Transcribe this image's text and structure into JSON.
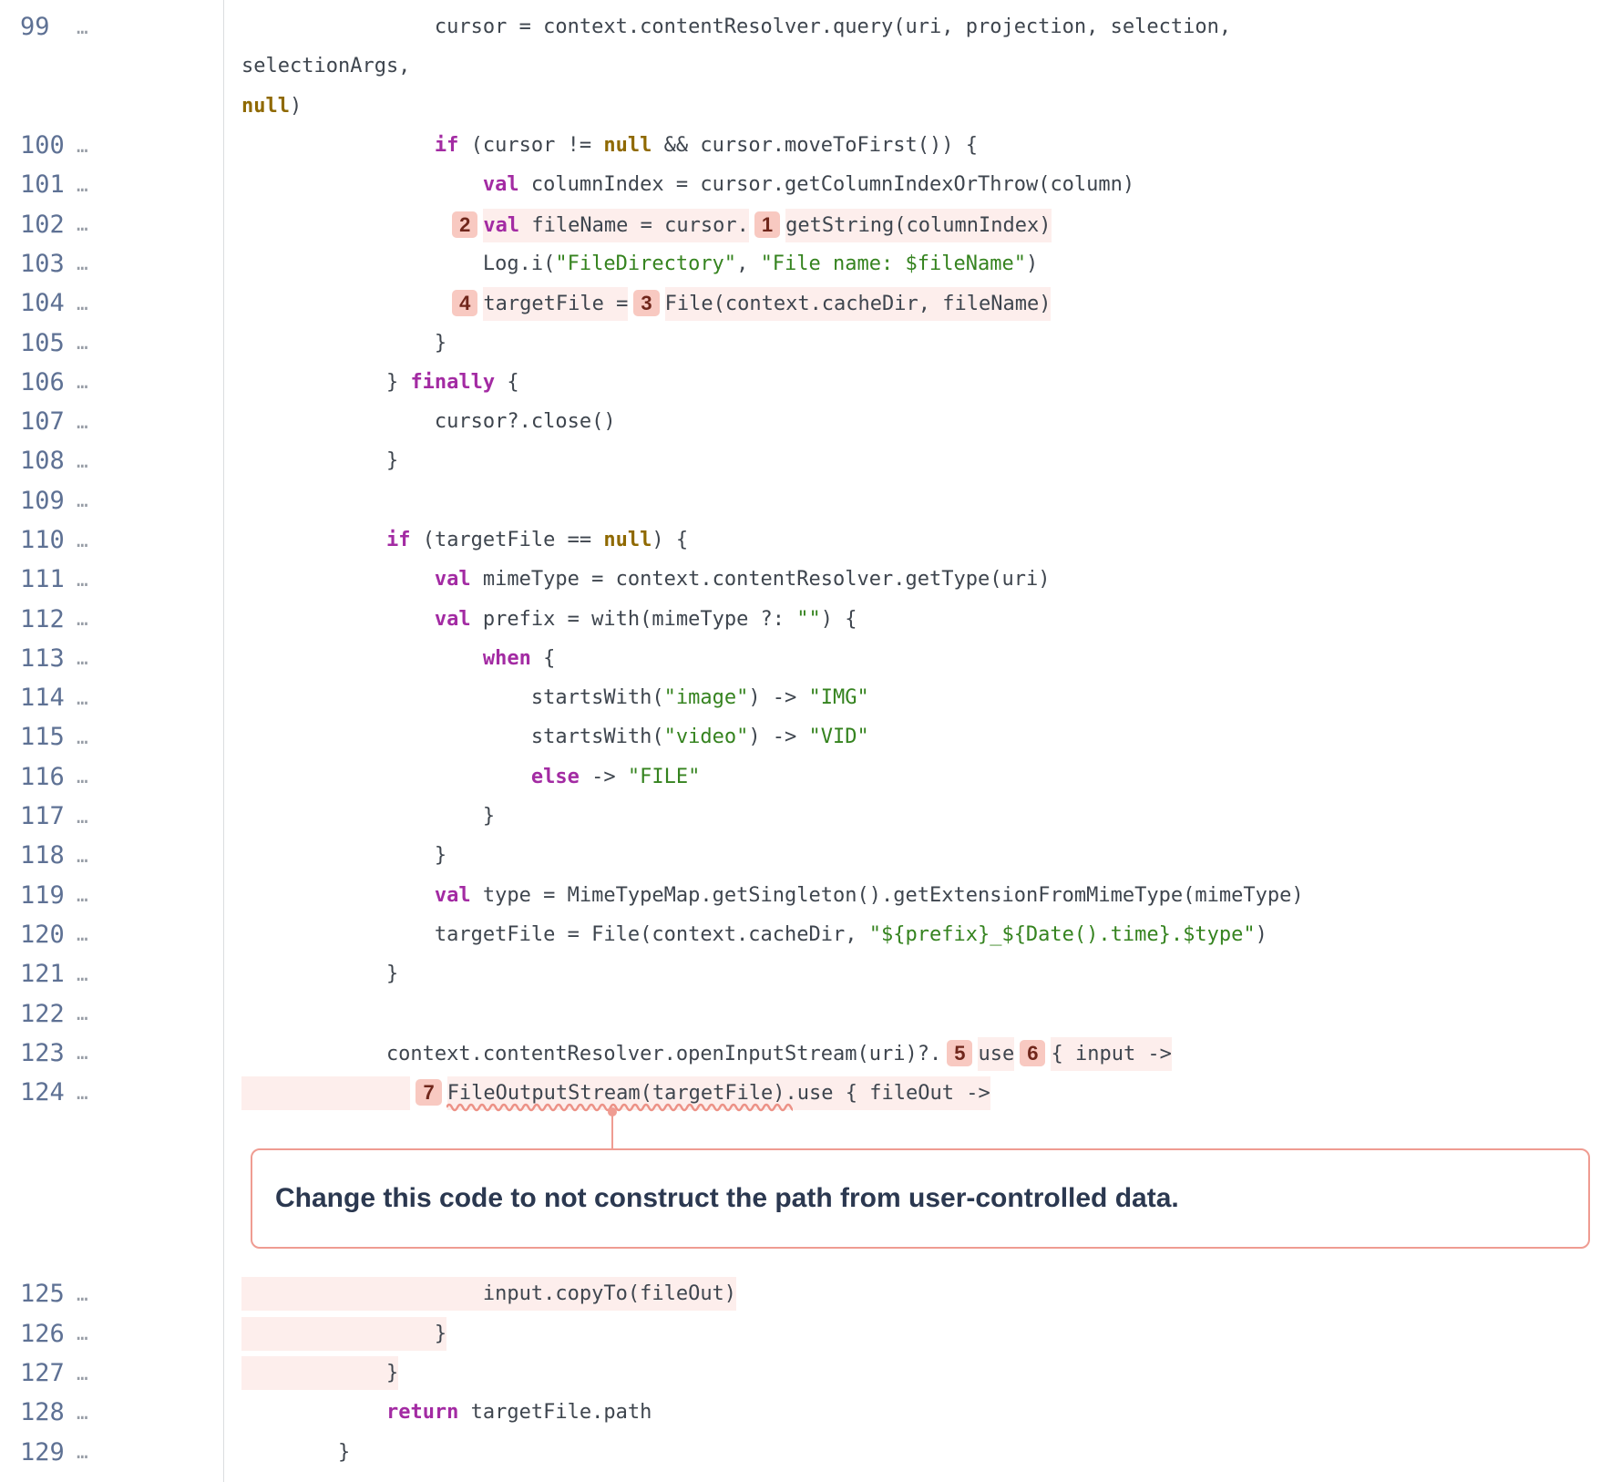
{
  "colors": {
    "keyword": "#a32ba3",
    "string": "#35831f",
    "constant_null": "#8f6900",
    "code_text": "#3e454e",
    "line_number": "#5e7194",
    "flow_badge_bg": "#f8c9c1",
    "flow_badge_text": "#70261b",
    "flow_highlight_bg": "#fdeeec",
    "issue_accent": "#ef9c92",
    "issue_text": "#2b3850"
  },
  "gutter": {
    "ellipsis": "…"
  },
  "annotation": {
    "after_line": "124",
    "message": "Change this code to not construct the path from user-controlled data."
  },
  "lines": [
    {
      "num": "99",
      "rows": [
        [
          {
            "t": "                cursor = context.contentResolver.query(uri, projection, selection,"
          }
        ],
        [
          {
            "t": "selectionArgs,"
          }
        ],
        [
          {
            "t": "null",
            "c": "n"
          },
          {
            "t": ")"
          }
        ]
      ]
    },
    {
      "num": "100",
      "rows": [
        [
          {
            "t": "                "
          },
          {
            "t": "if",
            "c": "k"
          },
          {
            "t": " (cursor != "
          },
          {
            "t": "null",
            "c": "n"
          },
          {
            "t": " && cursor.moveToFirst()) {"
          }
        ]
      ]
    },
    {
      "num": "101",
      "rows": [
        [
          {
            "t": "                    "
          },
          {
            "t": "val",
            "c": "k"
          },
          {
            "t": " columnIndex = cursor.getColumnIndexOrThrow(column)"
          }
        ]
      ]
    },
    {
      "num": "102",
      "rows": [
        [
          {
            "t": "                 "
          },
          {
            "b": "2"
          },
          {
            "t": "val",
            "c": "k",
            "h": 1
          },
          {
            "t": " fileName = cursor.",
            "h": 1
          },
          {
            "b": "1"
          },
          {
            "t": "getString(columnIndex)",
            "h": 1
          }
        ]
      ]
    },
    {
      "num": "103",
      "rows": [
        [
          {
            "t": "                    Log.i("
          },
          {
            "t": "\"FileDirectory\"",
            "c": "s"
          },
          {
            "t": ", "
          },
          {
            "t": "\"File name: $fileName\"",
            "c": "s"
          },
          {
            "t": ")"
          }
        ]
      ]
    },
    {
      "num": "104",
      "rows": [
        [
          {
            "t": "                 "
          },
          {
            "b": "4"
          },
          {
            "t": "targetFile =",
            "h": 1
          },
          {
            "b": "3"
          },
          {
            "t": "File(context.cacheDir, fileName)",
            "h": 1
          }
        ]
      ]
    },
    {
      "num": "105",
      "rows": [
        [
          {
            "t": "                }"
          }
        ]
      ]
    },
    {
      "num": "106",
      "rows": [
        [
          {
            "t": "            } "
          },
          {
            "t": "finally",
            "c": "k"
          },
          {
            "t": " {"
          }
        ]
      ]
    },
    {
      "num": "107",
      "rows": [
        [
          {
            "t": "                cursor?.close()"
          }
        ]
      ]
    },
    {
      "num": "108",
      "rows": [
        [
          {
            "t": "            }"
          }
        ]
      ]
    },
    {
      "num": "109",
      "rows": [
        []
      ]
    },
    {
      "num": "110",
      "rows": [
        [
          {
            "t": "            "
          },
          {
            "t": "if",
            "c": "k"
          },
          {
            "t": " (targetFile == "
          },
          {
            "t": "null",
            "c": "n"
          },
          {
            "t": ") {"
          }
        ]
      ]
    },
    {
      "num": "111",
      "rows": [
        [
          {
            "t": "                "
          },
          {
            "t": "val",
            "c": "k"
          },
          {
            "t": " mimeType = context.contentResolver.getType(uri)"
          }
        ]
      ]
    },
    {
      "num": "112",
      "rows": [
        [
          {
            "t": "                "
          },
          {
            "t": "val",
            "c": "k"
          },
          {
            "t": " prefix = with(mimeType ?: "
          },
          {
            "t": "\"\"",
            "c": "s"
          },
          {
            "t": ") {"
          }
        ]
      ]
    },
    {
      "num": "113",
      "rows": [
        [
          {
            "t": "                    "
          },
          {
            "t": "when",
            "c": "k"
          },
          {
            "t": " {"
          }
        ]
      ]
    },
    {
      "num": "114",
      "rows": [
        [
          {
            "t": "                        startsWith("
          },
          {
            "t": "\"image\"",
            "c": "s"
          },
          {
            "t": ") -> "
          },
          {
            "t": "\"IMG\"",
            "c": "s"
          }
        ]
      ]
    },
    {
      "num": "115",
      "rows": [
        [
          {
            "t": "                        startsWith("
          },
          {
            "t": "\"video\"",
            "c": "s"
          },
          {
            "t": ") -> "
          },
          {
            "t": "\"VID\"",
            "c": "s"
          }
        ]
      ]
    },
    {
      "num": "116",
      "rows": [
        [
          {
            "t": "                        "
          },
          {
            "t": "else",
            "c": "k"
          },
          {
            "t": " -> "
          },
          {
            "t": "\"FILE\"",
            "c": "s"
          }
        ]
      ]
    },
    {
      "num": "117",
      "rows": [
        [
          {
            "t": "                    }"
          }
        ]
      ]
    },
    {
      "num": "118",
      "rows": [
        [
          {
            "t": "                }"
          }
        ]
      ]
    },
    {
      "num": "119",
      "rows": [
        [
          {
            "t": "                "
          },
          {
            "t": "val",
            "c": "k"
          },
          {
            "t": " type = MimeTypeMap.getSingleton().getExtensionFromMimeType(mimeType)"
          }
        ]
      ]
    },
    {
      "num": "120",
      "rows": [
        [
          {
            "t": "                targetFile = File(context.cacheDir, "
          },
          {
            "t": "\"${prefix}_${Date().time}.$type\"",
            "c": "s"
          },
          {
            "t": ")"
          }
        ]
      ]
    },
    {
      "num": "121",
      "rows": [
        [
          {
            "t": "            }"
          }
        ]
      ]
    },
    {
      "num": "122",
      "rows": [
        []
      ]
    },
    {
      "num": "123",
      "rows": [
        [
          {
            "t": "            context.contentResolver.openInputStream(uri)?."
          },
          {
            "b": "5"
          },
          {
            "t": "use",
            "h": 1
          },
          {
            "b": "6"
          },
          {
            "t": "{ input ->",
            "h": 1
          }
        ]
      ]
    },
    {
      "num": "124",
      "rows": [
        [
          {
            "t": "              ",
            "h": 1
          },
          {
            "b": "7"
          },
          {
            "t": "FileOutputStream(targetFile).use { fileOut ->",
            "h": 1
          }
        ]
      ]
    },
    {
      "num": "125",
      "rows": [
        [
          {
            "t": "                    input.copyTo(fileOut)",
            "h": 1
          }
        ]
      ]
    },
    {
      "num": "126",
      "rows": [
        [
          {
            "t": "                }",
            "h": 1
          }
        ]
      ]
    },
    {
      "num": "127",
      "rows": [
        [
          {
            "t": "            }",
            "h": 1
          }
        ]
      ]
    },
    {
      "num": "128",
      "rows": [
        [
          {
            "t": "            "
          },
          {
            "t": "return",
            "c": "k"
          },
          {
            "t": " targetFile.path"
          }
        ]
      ]
    },
    {
      "num": "129",
      "rows": [
        [
          {
            "t": "        }"
          }
        ]
      ]
    }
  ]
}
